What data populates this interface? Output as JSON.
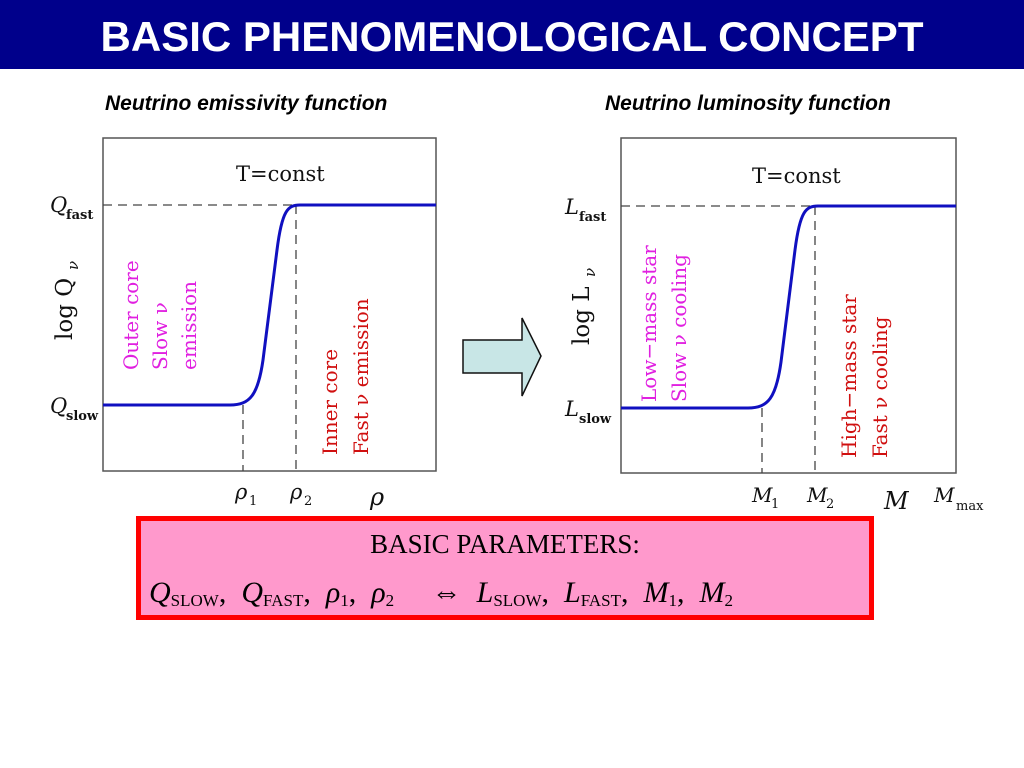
{
  "header": {
    "title": "BASIC PHENOMENOLOGICAL CONCEPT"
  },
  "left_panel": {
    "subtitle": "Neutrino emissivity function",
    "const_label": "T=const",
    "y_axis_label": "log Q",
    "y_axis_sub": "ν",
    "q_fast": "Q",
    "q_fast_sub": "fast",
    "q_slow": "Q",
    "q_slow_sub": "slow",
    "rho1": "ρ",
    "rho1_sub": "1",
    "rho2": "ρ",
    "rho2_sub": "2",
    "x_axis_label": "ρ",
    "outer_lines": [
      "Outer core",
      "Slow ν",
      "emission"
    ],
    "inner_lines": [
      "Inner core",
      "Fast ν emission"
    ]
  },
  "right_panel": {
    "subtitle": "Neutrino luminosity function",
    "const_label": "T=const",
    "y_axis_label": "log L",
    "y_axis_sub": "ν",
    "l_fast": "L",
    "l_fast_sub": "fast",
    "l_slow": "L",
    "l_slow_sub": "slow",
    "m1": "M",
    "m1_sub": "1",
    "m2": "M",
    "m2_sub": "2",
    "x_axis_label": "M",
    "mmax": "M",
    "mmax_sub": "max",
    "low_lines": [
      "Low−mass star",
      "Slow ν cooling"
    ],
    "high_lines": [
      "High−mass star",
      "Fast ν cooling"
    ]
  },
  "parameters": {
    "title": "BASIC PARAMETERS:",
    "q": "Q",
    "slow": "SLOW",
    "fast": "FAST",
    "rho": "ρ",
    "one": "1",
    "two": "2",
    "arrow": "⇔",
    "l": "L",
    "m": "M",
    "comma": ","
  },
  "colors": {
    "title_bg": "#00008b",
    "curve": "#1010c0",
    "pink_text": "#e020e0",
    "red_text": "#d01010",
    "arrow_fill": "#c8e6e6",
    "param_bg": "#ff99cc",
    "param_border": "#ff0000"
  }
}
